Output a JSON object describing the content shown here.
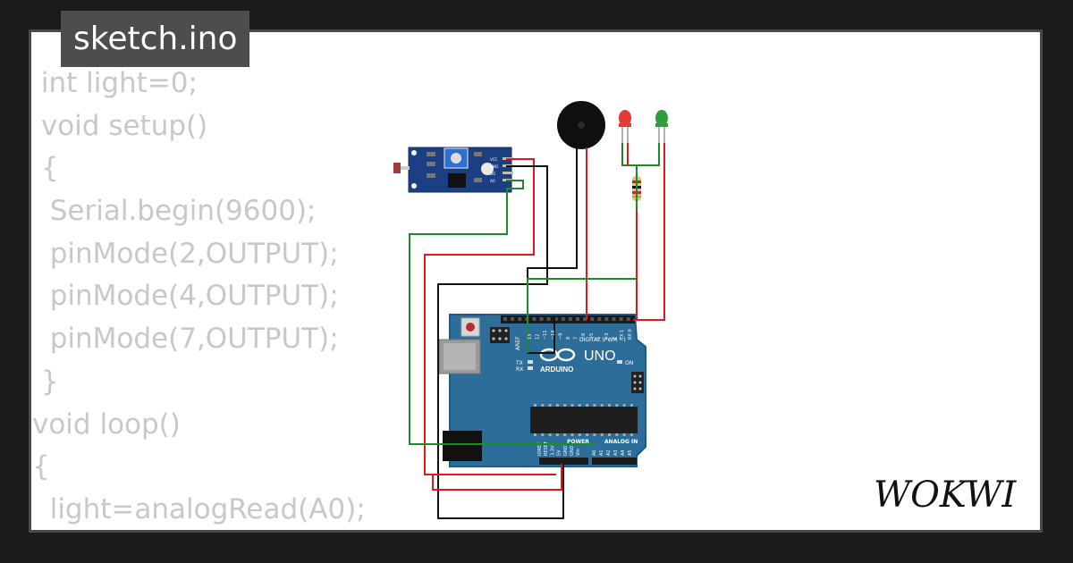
{
  "file": {
    "name": "sketch.ino"
  },
  "code_lines": [
    " int light=0;",
    " void setup()",
    " {",
    "  Serial.begin(9600);",
    "  pinMode(2,OUTPUT);",
    "  pinMode(4,OUTPUT);",
    "  pinMode(7,OUTPUT);",
    " }",
    "void loop()",
    "{",
    "  light=analogRead(A0);"
  ],
  "board": {
    "brand": "ARDUINO",
    "model": "UNO",
    "header_digital": "DIGITAL (PWM ~)",
    "header_power": "POWER",
    "header_analog": "ANALOG IN",
    "labels": {
      "aref": "AREF",
      "tx": "TX",
      "rx": "RX",
      "on": "ON",
      "power_pins": [
        "IOREF",
        "RESET",
        "3.3V",
        "5V",
        "GND",
        "GND",
        "Vin"
      ],
      "analog_pins": [
        "A0",
        "A1",
        "A2",
        "A3",
        "A4",
        "A5"
      ],
      "digital_pins": [
        "13",
        "12",
        "~11",
        "~10",
        "~9",
        "8",
        "7",
        "~6",
        "~5",
        "4",
        "~3",
        "2",
        "TX 1",
        "RX 0"
      ]
    }
  },
  "sensor": {
    "pins": [
      "VCC",
      "GND",
      "DO",
      "AO"
    ]
  },
  "brand": {
    "logo_text": "WOKWI"
  },
  "colors": {
    "wire_red": "#e5161d",
    "wire_black": "#111111",
    "wire_green": "#1e8a2a",
    "board_blue": "#2c6d99",
    "led_red": "#e53935",
    "led_green": "#2e9d3a"
  }
}
